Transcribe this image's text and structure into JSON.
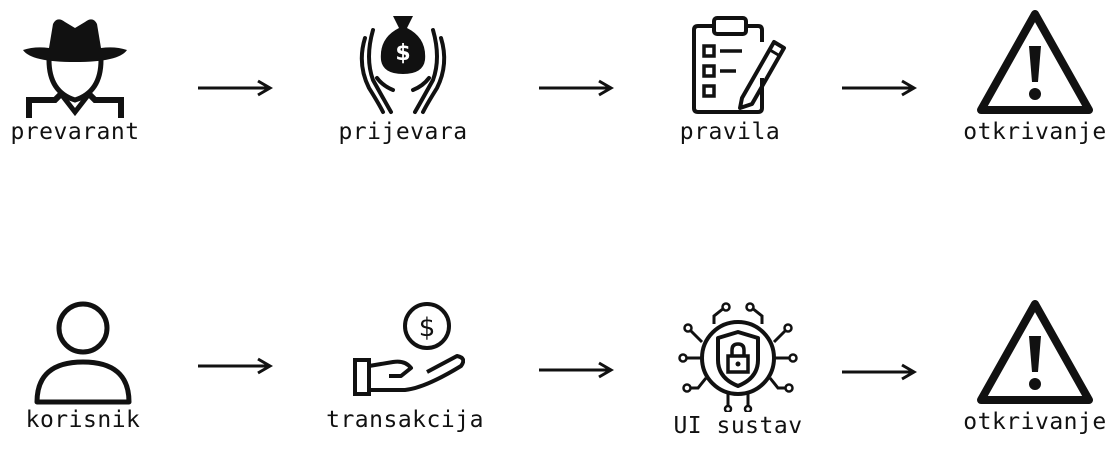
{
  "rows": [
    {
      "nodes": [
        {
          "label": "prevarant",
          "icon": "fraudster-hat-icon"
        },
        {
          "label": "prijevara",
          "icon": "money-bag-hands-icon"
        },
        {
          "label": "pravila",
          "icon": "clipboard-checklist-icon"
        },
        {
          "label": "otkrivanje",
          "icon": "warning-triangle-icon"
        }
      ]
    },
    {
      "nodes": [
        {
          "label": "korisnik",
          "icon": "user-icon"
        },
        {
          "label": "transakcija",
          "icon": "hand-coin-icon"
        },
        {
          "label": "UI sustav",
          "icon": "ai-shield-lock-icon"
        },
        {
          "label": "otkrivanje",
          "icon": "warning-triangle-icon"
        }
      ]
    }
  ],
  "colors": {
    "stroke": "#111111",
    "background": "#ffffff"
  }
}
